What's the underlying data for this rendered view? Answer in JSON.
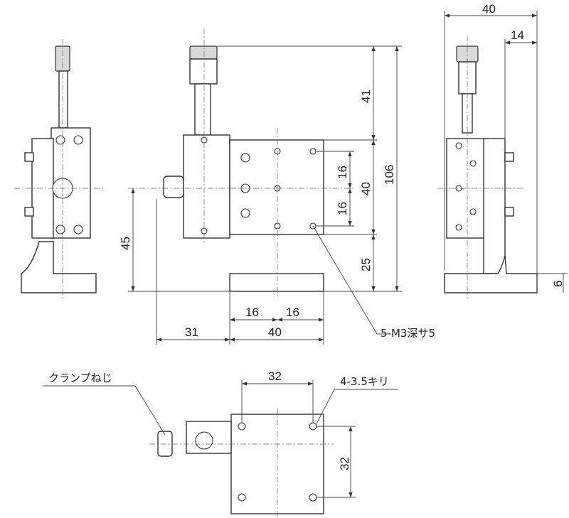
{
  "drawing": {
    "dims": {
      "side_width": "40",
      "side_offset": "14",
      "knob_height": "41",
      "total_height": "106",
      "hole_pitch_upper": "16",
      "stage_height": "40",
      "hole_pitch_lower": "16",
      "base_height": "25",
      "base_thickness": "6",
      "center_height": "45",
      "hole_pitch_x1": "16",
      "hole_pitch_x2": "16",
      "clamp_offset": "31",
      "stage_width": "40",
      "mount_pitch_x": "32",
      "mount_pitch_y": "32"
    },
    "notes": {
      "tapped_holes": "5-M3深サ5",
      "clamp_screw": "クランプねじ",
      "mount_holes": "4-3.5キリ"
    },
    "colors": {
      "line": "#333333",
      "knurl": "#d9d9d9"
    }
  }
}
